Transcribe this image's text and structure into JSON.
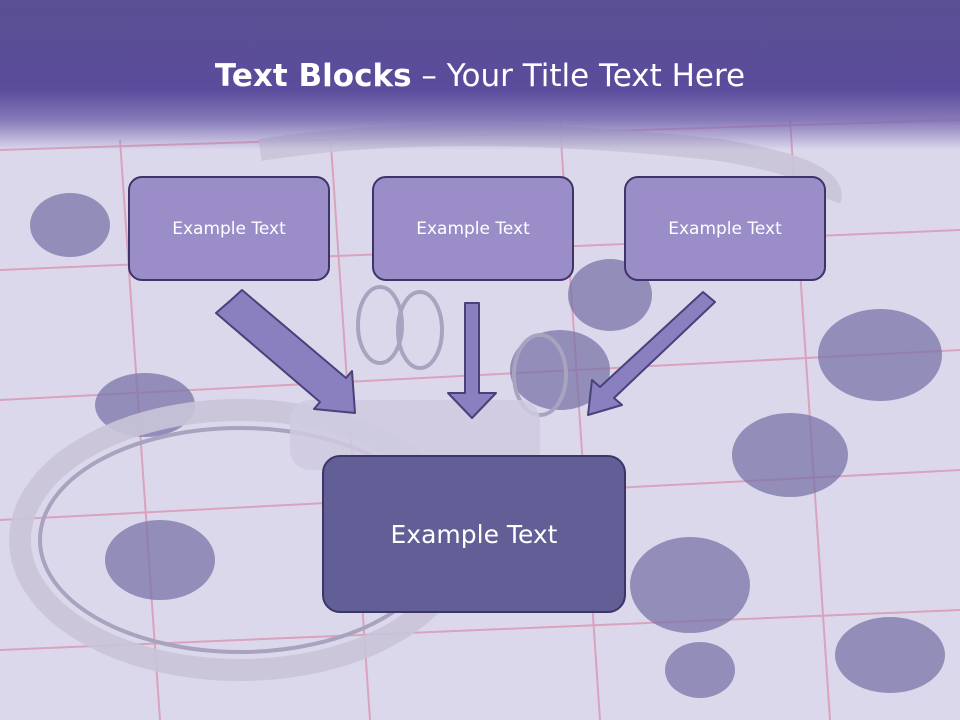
{
  "slide": {
    "title_bold": "Text Blocks",
    "title_dash": " – ",
    "title_rest": "Your Title Text Here",
    "blocks": [
      {
        "label": "Example Text"
      },
      {
        "label": "Example Text"
      },
      {
        "label": "Example Text"
      }
    ],
    "main_block": {
      "label": "Example Text"
    }
  },
  "colors": {
    "header": "#5b4c9c",
    "small_box_fill": "#9b8dc7",
    "main_box_fill": "#625e96",
    "box_border": "#3d3468",
    "arrow_fill": "#8a80c0"
  }
}
